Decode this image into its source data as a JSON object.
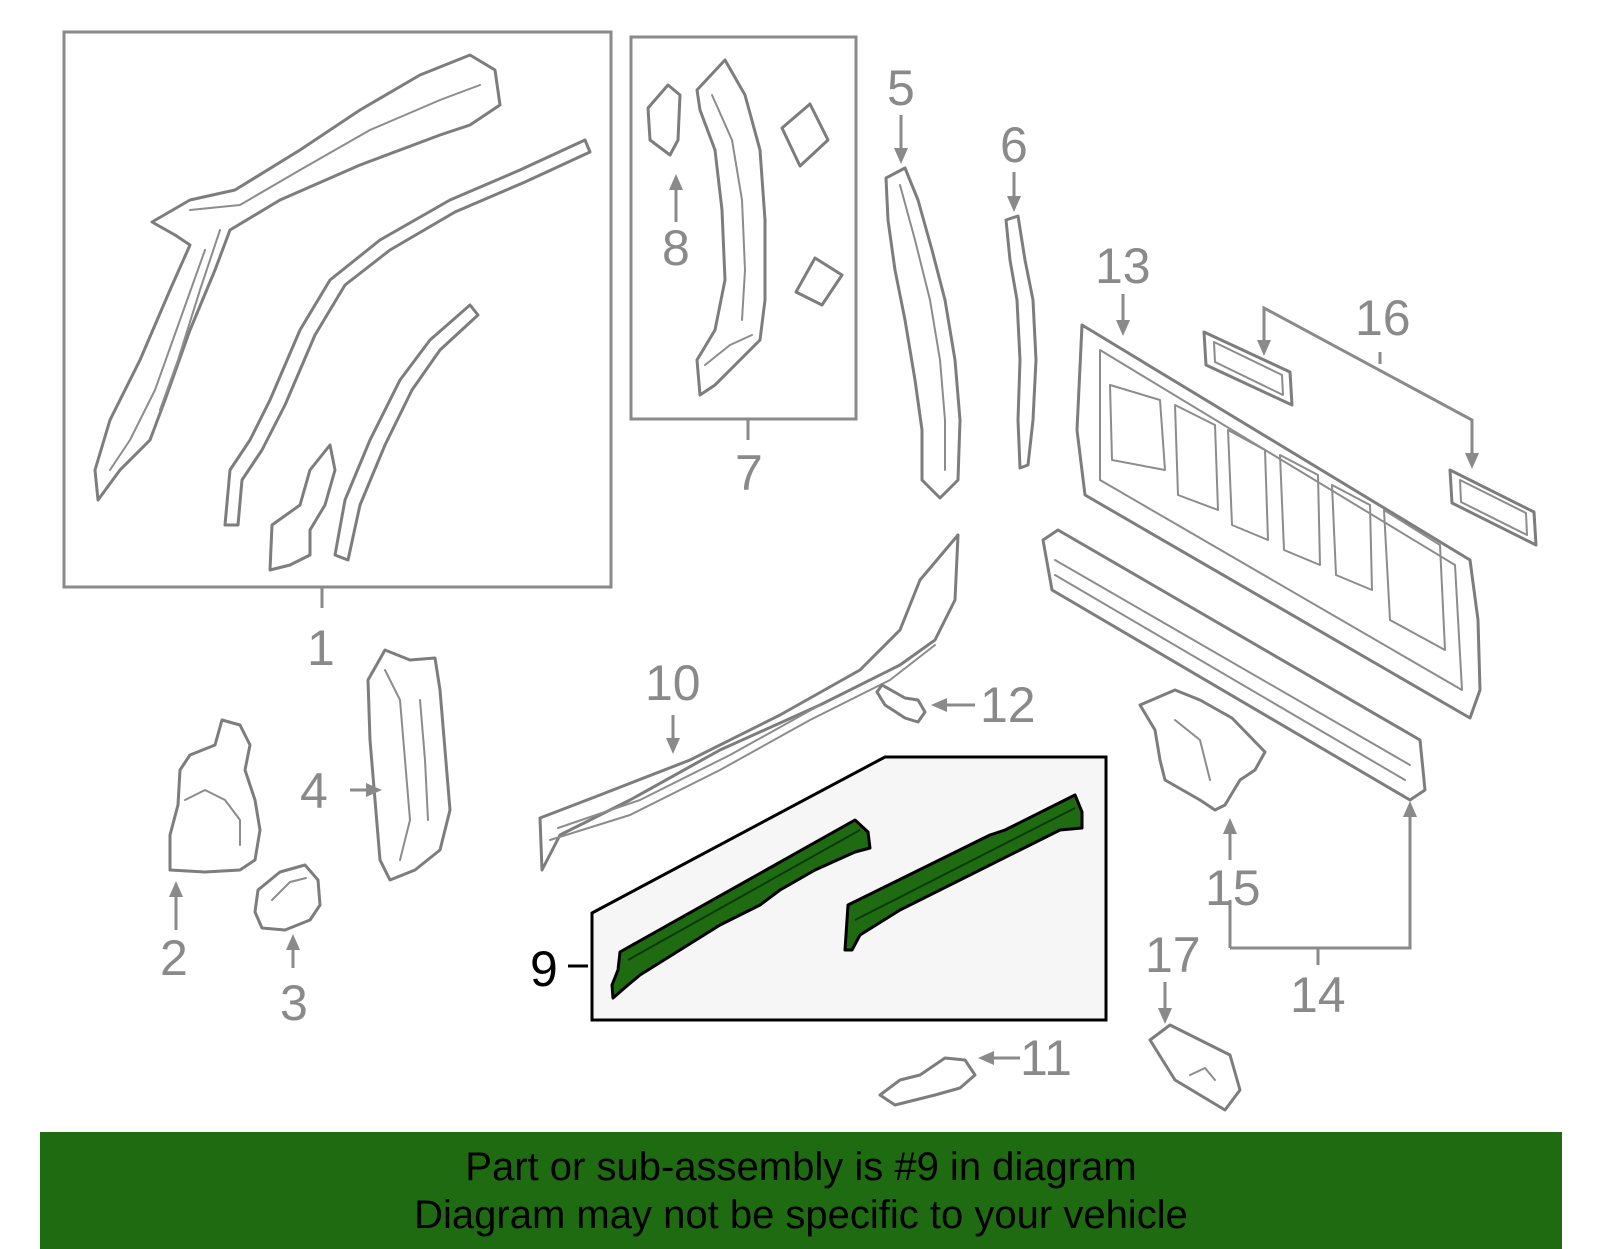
{
  "callouts": {
    "c1": "1",
    "c2": "2",
    "c3": "3",
    "c4": "4",
    "c5": "5",
    "c6": "6",
    "c7": "7",
    "c8": "8",
    "c9": "9",
    "c10": "10",
    "c11": "11",
    "c12": "12",
    "c13": "13",
    "c14": "14",
    "c15": "15",
    "c16": "16",
    "c17": "17"
  },
  "highlighted_part": "9",
  "colors": {
    "highlight": "#1f6b12",
    "line_art": "#8a8a8a",
    "background": "#ffffff"
  },
  "banner": {
    "line1": "Part or sub-assembly is #9 in diagram",
    "line2": "Diagram may not be specific to your vehicle"
  }
}
